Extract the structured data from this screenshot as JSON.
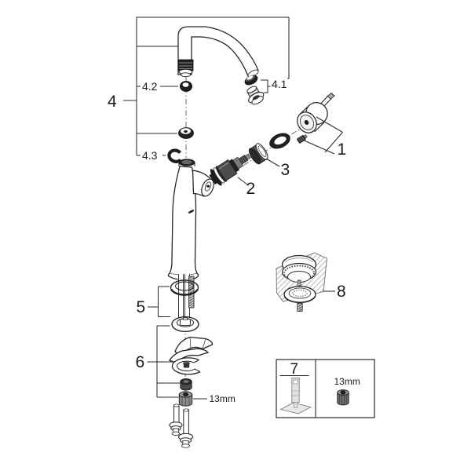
{
  "diagram": {
    "type": "exploded-parts-diagram",
    "subject": "single-lever high-spout faucet with pop-up drain and mounting tool",
    "labels": {
      "part1": "1",
      "part2": "2",
      "part3": "3",
      "part4": "4",
      "part4_1": "4.1",
      "part4_2": "4.2",
      "part4_3": "4.3",
      "part5": "5",
      "part6": "6",
      "part7": "7",
      "part8": "8",
      "nut_size": "13mm",
      "tool_socket_size": "13mm"
    },
    "colors": {
      "background": "#ffffff",
      "line": "#262626",
      "dark_fill": "#1d1d1d",
      "mid_gray": "#777777",
      "light_gray": "#e2e2e2",
      "hatch": "#adadad"
    }
  }
}
